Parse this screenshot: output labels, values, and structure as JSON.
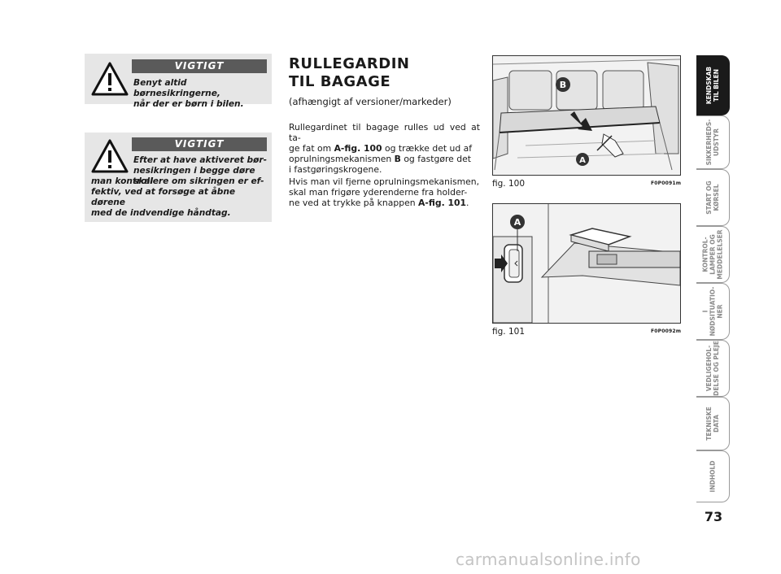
{
  "warnings": [
    {
      "tag": "VIGTIGT",
      "lines": [
        "Benyt altid børnesikringerne,",
        "når der er børn i bilen."
      ]
    },
    {
      "tag": "VIGTIGT",
      "lines": [
        "Efter at have aktiveret bør-",
        "nesikringen i begge døre skal",
        "man kontrollere om sikringen er ef-",
        "fektiv, ved at forsøge at åbne dørene",
        "med de indvendige håndtag."
      ]
    }
  ],
  "section": {
    "title_line1": "RULLEGARDIN",
    "title_line2": "TIL BAGAGE",
    "subtitle": "(afhængigt af versioner/markeder)",
    "p1": {
      "a": "Rullegardinet til bagage rulles ud ved at ta-",
      "b": "ge fat om ",
      "c": "A-fig. 100",
      "d": " og trække det ud af",
      "e": "oprulningsmekanismen ",
      "f": "B",
      "g": " og fastgøre det",
      "h": "i fastgøringskrogene."
    },
    "p2": {
      "a": "Hvis man vil fjerne oprulningsmekanismen,",
      "b": "skal man frigøre yderenderne fra holder-",
      "c": "ne ved at trykke på knappen ",
      "d": "A-fig. 101",
      "e": "."
    }
  },
  "figures": [
    {
      "label": "fig. 100",
      "code": "F0P0091m",
      "callouts": [
        "B",
        "A"
      ]
    },
    {
      "label": "fig. 101",
      "code": "F0P0092m",
      "callouts": [
        "A"
      ]
    }
  ],
  "tabs": [
    {
      "label": "KENDSKAB\nTIL BILEN",
      "active": true
    },
    {
      "label": "SIKKERHEDS-\nUDSTYR",
      "active": false
    },
    {
      "label": "START OG\nKØRSEL",
      "active": false
    },
    {
      "label": "KONTROL-\nLAMPER OG\nMEDDELELSER",
      "active": false
    },
    {
      "label": "I\nNØDSITUATIO-\nNER",
      "active": false
    },
    {
      "label": "VEDLIGEHOL-\nDELSE OG PLEJE",
      "active": false
    },
    {
      "label": "TEKNISKE\nDATA",
      "active": false
    },
    {
      "label": "INDHOLD",
      "active": false
    }
  ],
  "page_number": "73",
  "watermark": "carmanualsonline.info"
}
